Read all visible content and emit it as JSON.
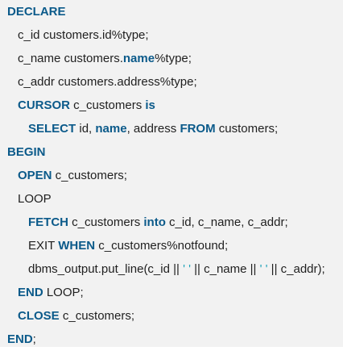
{
  "code": {
    "lines": [
      {
        "indent": 0,
        "tokens": [
          {
            "text": "DECLARE",
            "kind": "keyword"
          }
        ]
      },
      {
        "indent": 1,
        "tokens": [
          {
            "text": "c_id customers.id%type;",
            "kind": "plain"
          }
        ]
      },
      {
        "indent": 1,
        "tokens": [
          {
            "text": "c_name customers.",
            "kind": "plain"
          },
          {
            "text": "name",
            "kind": "keyword"
          },
          {
            "text": "%type;",
            "kind": "plain"
          }
        ]
      },
      {
        "indent": 1,
        "tokens": [
          {
            "text": "c_addr customers.address%type;",
            "kind": "plain"
          }
        ]
      },
      {
        "indent": 1,
        "tokens": [
          {
            "text": "CURSOR",
            "kind": "keyword"
          },
          {
            "text": " c_customers ",
            "kind": "plain"
          },
          {
            "text": "is",
            "kind": "keyword"
          }
        ]
      },
      {
        "indent": 2,
        "tokens": [
          {
            "text": "SELECT",
            "kind": "keyword"
          },
          {
            "text": " id, ",
            "kind": "plain"
          },
          {
            "text": "name",
            "kind": "keyword"
          },
          {
            "text": ", address ",
            "kind": "plain"
          },
          {
            "text": "FROM",
            "kind": "keyword"
          },
          {
            "text": " customers;",
            "kind": "plain"
          }
        ]
      },
      {
        "indent": 0,
        "tokens": [
          {
            "text": "BEGIN",
            "kind": "keyword"
          }
        ]
      },
      {
        "indent": 1,
        "tokens": [
          {
            "text": "OPEN",
            "kind": "keyword"
          },
          {
            "text": " c_customers;",
            "kind": "plain"
          }
        ]
      },
      {
        "indent": 1,
        "tokens": [
          {
            "text": "LOOP",
            "kind": "plain"
          }
        ]
      },
      {
        "indent": 2,
        "tokens": [
          {
            "text": "FETCH",
            "kind": "keyword"
          },
          {
            "text": " c_customers ",
            "kind": "plain"
          },
          {
            "text": "into",
            "kind": "keyword"
          },
          {
            "text": " c_id, c_name, c_addr;",
            "kind": "plain"
          }
        ]
      },
      {
        "indent": 2,
        "tokens": [
          {
            "text": "EXIT ",
            "kind": "plain"
          },
          {
            "text": "WHEN",
            "kind": "keyword"
          },
          {
            "text": " c_customers%notfound;",
            "kind": "plain"
          }
        ]
      },
      {
        "indent": 2,
        "tokens": [
          {
            "text": "dbms_output.put_line(c_id || ",
            "kind": "plain"
          },
          {
            "text": "' '",
            "kind": "string"
          },
          {
            "text": " || c_name || ",
            "kind": "plain"
          },
          {
            "text": "' '",
            "kind": "string"
          },
          {
            "text": " || c_addr);",
            "kind": "plain"
          }
        ]
      },
      {
        "indent": 1,
        "tokens": [
          {
            "text": "END",
            "kind": "keyword"
          },
          {
            "text": " LOOP;",
            "kind": "plain"
          }
        ]
      },
      {
        "indent": 1,
        "tokens": [
          {
            "text": "CLOSE",
            "kind": "keyword"
          },
          {
            "text": " c_customers;",
            "kind": "plain"
          }
        ]
      },
      {
        "indent": 0,
        "tokens": [
          {
            "text": "END",
            "kind": "keyword"
          },
          {
            "text": ";",
            "kind": "plain"
          }
        ]
      }
    ]
  },
  "colors": {
    "background": "#f2f2f2",
    "keyword": "#0b5a8a",
    "string": "#1fa3b8",
    "plain": "#1f1f1f"
  }
}
